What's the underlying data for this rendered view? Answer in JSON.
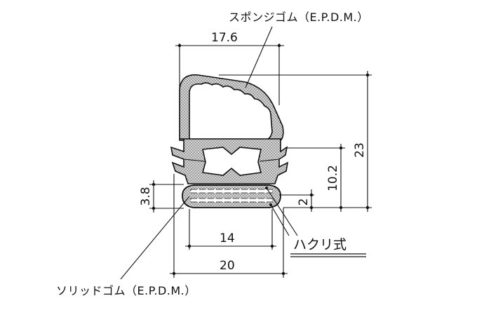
{
  "labels": {
    "sponge_rubber": "スポンジゴム（E.P.D.M.）",
    "solid_rubber": "ソリッドゴム（E.P.D.M.）",
    "peel_type": "ハクリ式"
  },
  "dimensions": {
    "top_width": "17.6",
    "total_height": "23",
    "lower_height": "10.2",
    "base_thickness": "3.8",
    "tape_thickness": "2",
    "inner_width": "14",
    "bottom_width": "20"
  },
  "colors": {
    "line": "#111111",
    "fill": "#c9c9c9",
    "background": "#ffffff"
  }
}
